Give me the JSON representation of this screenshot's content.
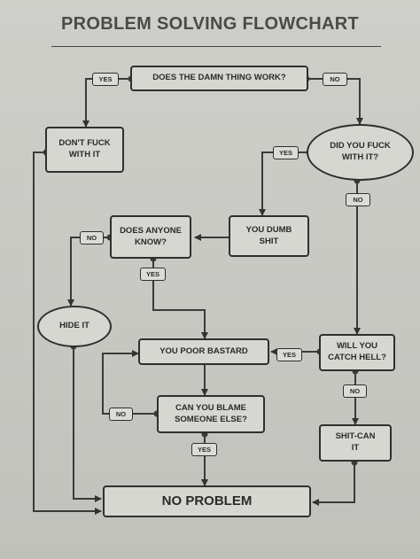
{
  "title": "PROBLEM SOLVING FLOWCHART",
  "nodes": {
    "work": "DOES THE DAMN THING WORK?",
    "dont_touch": "DON'T FUCK\nWITH IT",
    "did_touch": "DID YOU FUCK\nWITH IT?",
    "dumb": "YOU DUMB\nSHIT",
    "anyone_know": "DOES ANYONE\nKNOW?",
    "hide": "HIDE IT",
    "poor": "YOU POOR BASTARD",
    "catch_hell": "WILL YOU\nCATCH HELL?",
    "blame": "CAN YOU BLAME\nSOMEONE ELSE?",
    "shitcan": "SHIT-CAN\nIT",
    "no_problem": "NO PROBLEM"
  },
  "tags": {
    "work_yes": "YES",
    "work_no": "NO",
    "touch_yes": "YES",
    "touch_no": "NO",
    "know_no": "NO",
    "know_yes": "YES",
    "hell_yes": "YES",
    "hell_no": "NO",
    "blame_no": "NO",
    "blame_yes": "YES"
  }
}
